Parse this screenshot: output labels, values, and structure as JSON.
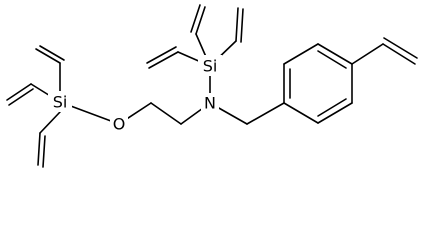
{
  "molecule": {
    "atoms": {
      "si_left": "Si",
      "oxygen": "O",
      "nitrogen": "N",
      "si_top": "Si"
    },
    "colors": {
      "bond": "#000000",
      "background": "#ffffff"
    }
  }
}
